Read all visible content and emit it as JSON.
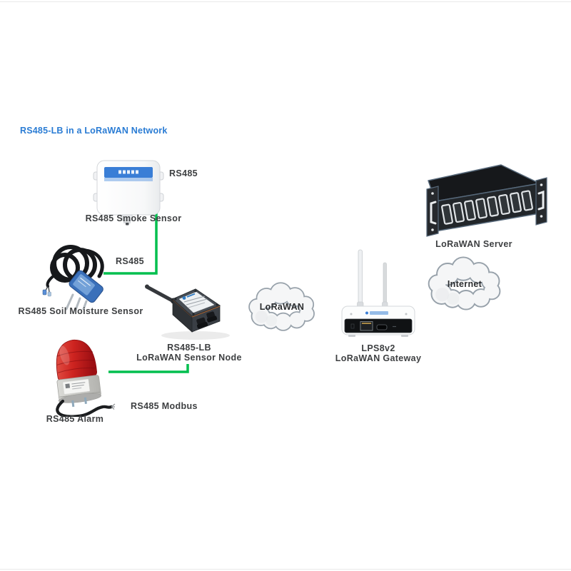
{
  "title": {
    "text": "RS485-LB in a LoRaWAN Network"
  },
  "colors": {
    "title_blue": "#2a7cd4",
    "label_text": "#3d3f41",
    "connector_green": "#00bf4e"
  },
  "connections": {
    "line_color": "#00bf4e",
    "smoke_to_node": {
      "label": "RS485"
    },
    "soil_to_node": {
      "label": "RS485"
    },
    "alarm_to_node": {
      "label": "RS485 Modbus"
    }
  },
  "devices": {
    "smoke_sensor": {
      "caption": "RS485 Smoke Sensor"
    },
    "soil_sensor": {
      "caption": "RS485 Soil Moisture Sensor"
    },
    "alarm": {
      "caption": "RS485 Alarm"
    },
    "sensor_node": {
      "caption_line1": "RS485-LB",
      "caption_line2": "LoRaWAN Sensor Node"
    },
    "gateway": {
      "caption_line1": "LPS8v2",
      "caption_line2": "LoRaWAN Gateway"
    },
    "server": {
      "caption": "LoRaWAN Server"
    }
  },
  "clouds": {
    "lorawan": {
      "label": "LoRaWAN"
    },
    "internet": {
      "label": "Internet"
    }
  }
}
